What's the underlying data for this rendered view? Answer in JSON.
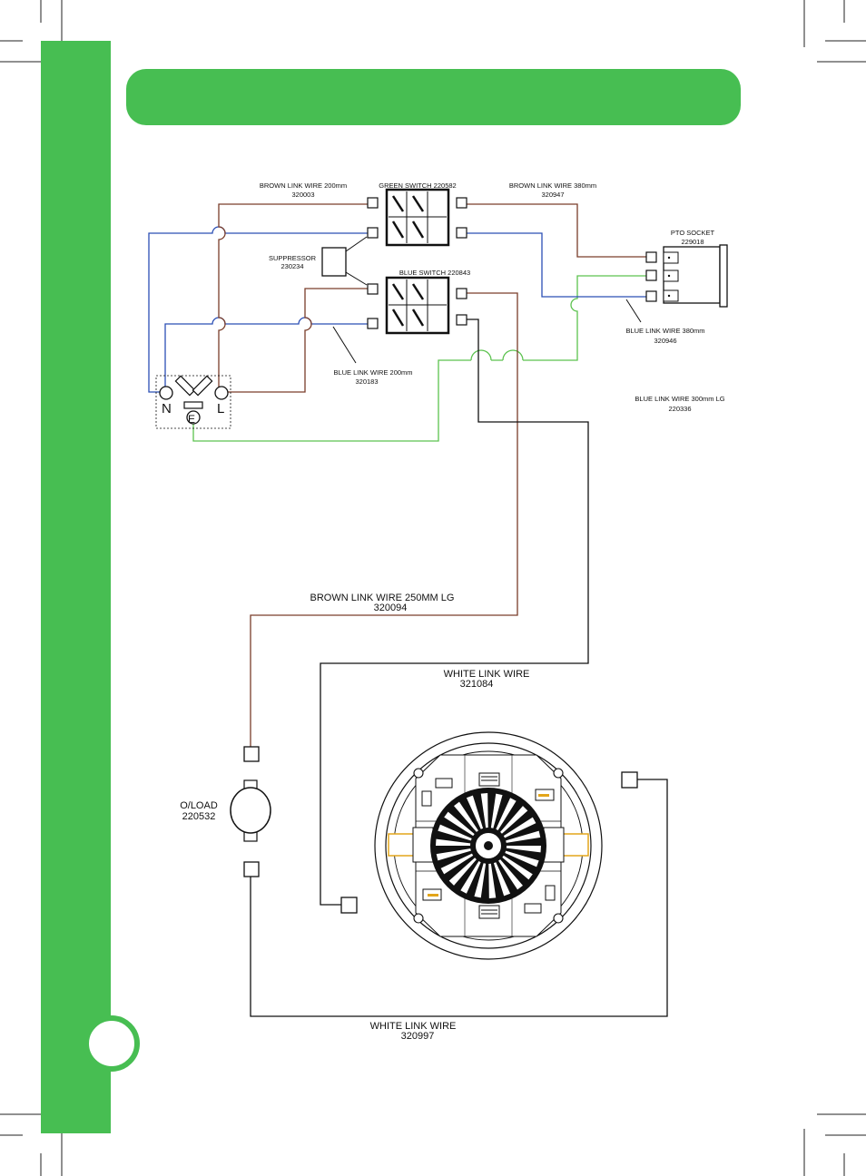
{
  "colors": {
    "brand_green": "#47be52",
    "wire_brown": "#7a3d2a",
    "wire_blue": "#2b4fb5",
    "wire_green": "#5cc24f",
    "wire_white": "#111111",
    "brush_orange": "#e3a51a"
  },
  "labels": {
    "brown_link_200": "BROWN LINK WIRE 200mm",
    "brown_link_200_code": "320003",
    "green_switch": "GREEN SWITCH 220582",
    "brown_link_380": "BROWN LINK WIRE 380mm",
    "brown_link_380_code": "320947",
    "pto_socket": "PTO SOCKET",
    "pto_socket_code": "229018",
    "suppressor": "SUPPRESSOR",
    "suppressor_code": "230234",
    "blue_switch": "BLUE SWITCH 220843",
    "blue_link_380": "BLUE LINK WIRE 380mm",
    "blue_link_380_code": "320946",
    "blue_link_200": "BLUE LINK WIRE 200mm",
    "blue_link_200_code": "320183",
    "blue_link_300": "BLUE LINK WIRE 300mm LG",
    "blue_link_300_code": "220336",
    "brown_link_250": "BROWN LINK WIRE 250MM LG",
    "brown_link_250_code": "320094",
    "white_link_1": "WHITE LINK WIRE",
    "white_link_1_code": "321084",
    "oload": "O/LOAD",
    "oload_code": "220532",
    "white_link_2": "WHITE LINK WIRE",
    "white_link_2_code": "320997",
    "terminal_n": "N",
    "terminal_l": "L",
    "terminal_e": "E"
  }
}
